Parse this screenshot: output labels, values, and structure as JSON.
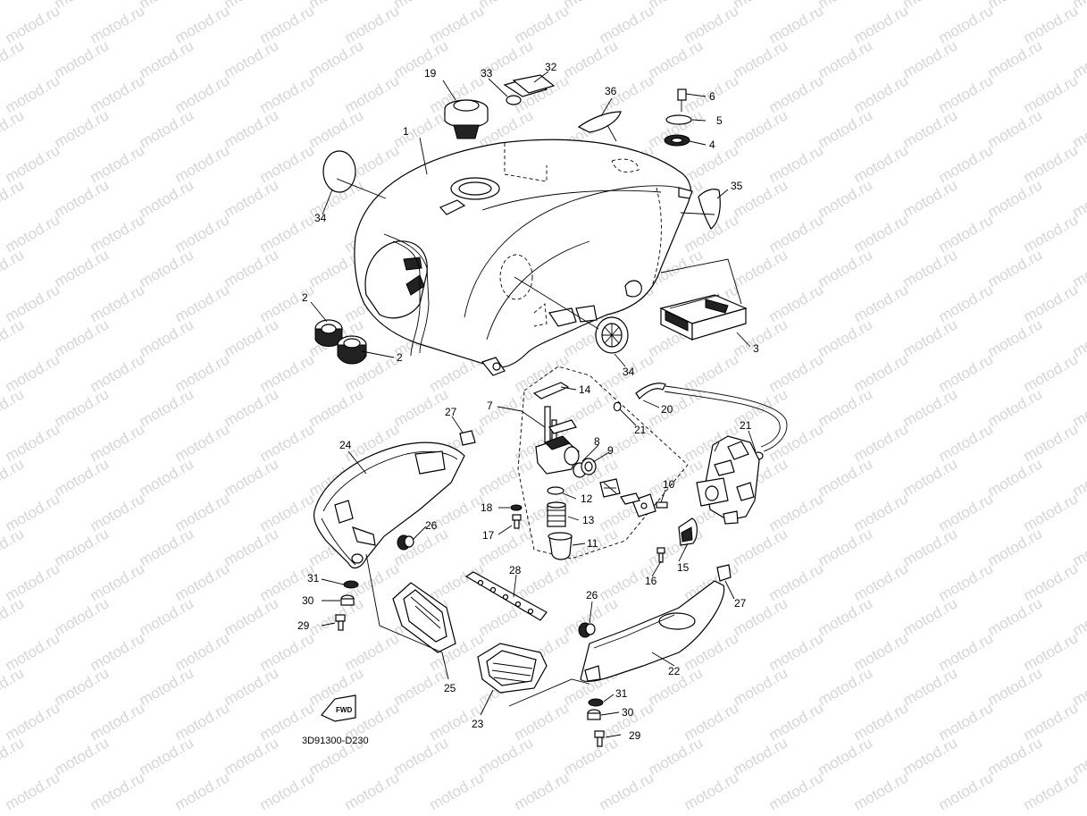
{
  "watermark": "motod.ru",
  "diagram_code": "3D91300-D230",
  "fwd_label": "FWD",
  "callouts": {
    "c1": "1",
    "c2a": "2",
    "c2b": "2",
    "c3": "3",
    "c4": "4",
    "c5": "5",
    "c6": "6",
    "c7": "7",
    "c8": "8",
    "c9": "9",
    "c10": "10",
    "c11": "11",
    "c12": "12",
    "c13": "13",
    "c14": "14",
    "c15": "15",
    "c16": "16",
    "c17": "17",
    "c18": "18",
    "c19": "19",
    "c20": "20",
    "c21a": "21",
    "c21b": "21",
    "c22": "22",
    "c23": "23",
    "c24": "24",
    "c25": "25",
    "c26a": "26",
    "c26b": "26",
    "c27a": "27",
    "c27b": "27",
    "c28": "28",
    "c29a": "29",
    "c29b": "29",
    "c30a": "30",
    "c30b": "30",
    "c31a": "31",
    "c31b": "31",
    "c32": "32",
    "c33": "33",
    "c34a": "34",
    "c34b": "34",
    "c35": "35",
    "c36": "36"
  }
}
